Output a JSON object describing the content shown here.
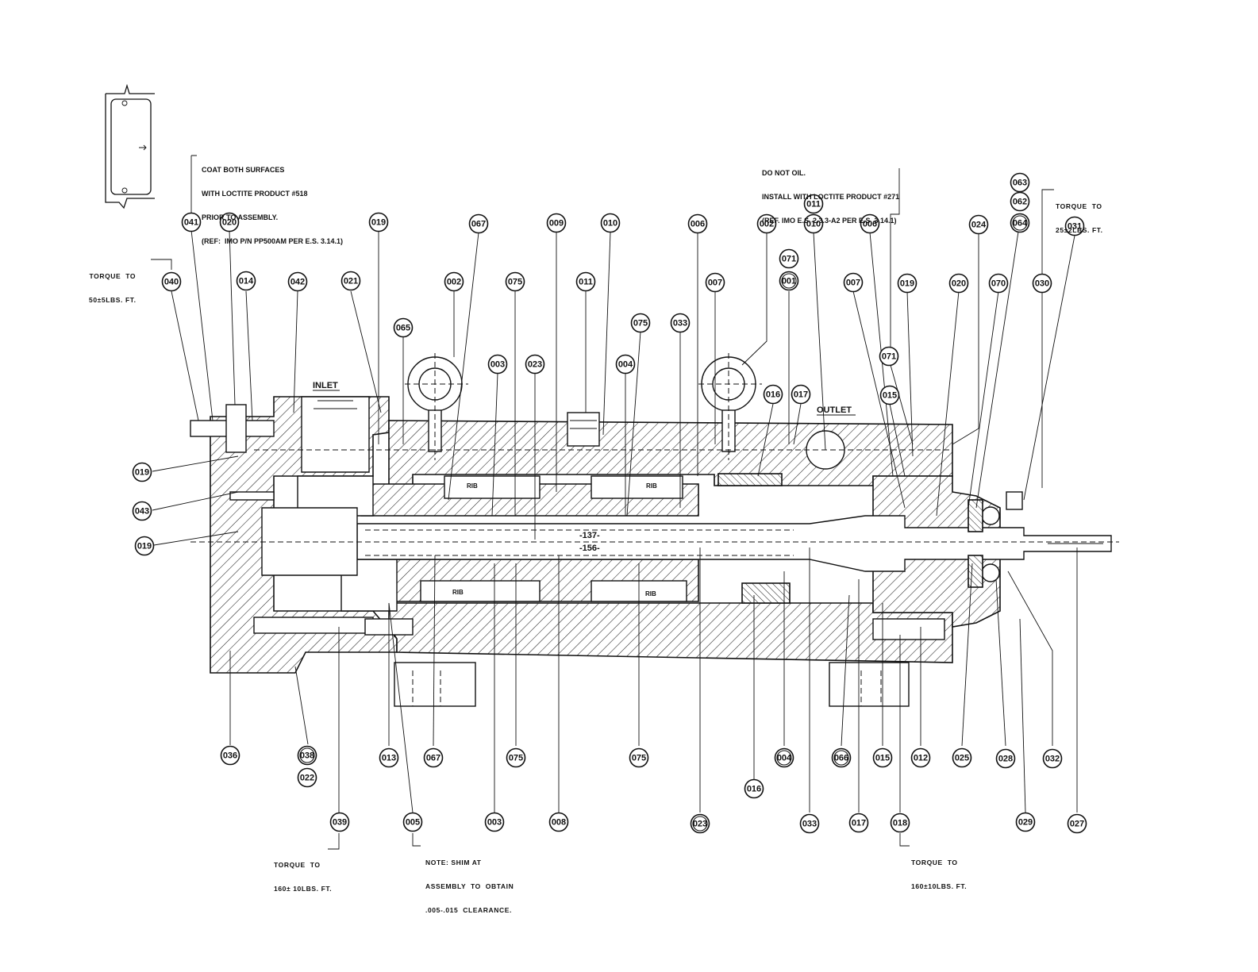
{
  "notes": {
    "coat": [
      "COAT BOTH SURFACES",
      "WITH LOCTITE PRODUCT #518",
      "PRIOR TO ASSEMBLY.",
      "(REF:  IMO P/N PP500AM PER E.S. 3.14.1)"
    ],
    "donot": [
      "DO NOT OIL.",
      "INSTALL WITH LOCTITE PRODUCT #271",
      "(REF. IMO E.S. 2.3.3-A2 PER E.S. 3.14.1)"
    ],
    "torque_040": [
      "TORQUE  TO",
      "50±5LBS. FT."
    ],
    "torque_030": [
      "TORQUE  TO",
      "25±2LBS. FT."
    ],
    "torque_039": [
      "TORQUE  TO",
      "160± 10LBS. FT."
    ],
    "torque_018": [
      "TORQUE  TO",
      "160±10LBS. FT."
    ],
    "shim": [
      "NOTE: SHIM AT",
      "ASSEMBLY  TO  OBTAIN",
      ".005-.015  CLEARANCE."
    ]
  },
  "section_labels": {
    "inlet": "INLET",
    "outlet": "OUTLET",
    "rib_1": "RIB",
    "rib_2": "RIB",
    "rib_3": "RIB",
    "rib_4": "RIB",
    "dim_137": "-137-",
    "dim_156": "-156-"
  },
  "balloons": [
    {
      "label": "041"
    },
    {
      "label": "020"
    },
    {
      "label": "019"
    },
    {
      "label": "067"
    },
    {
      "label": "009"
    },
    {
      "label": "010"
    },
    {
      "label": "006"
    },
    {
      "label": "002"
    },
    {
      "label": "011"
    },
    {
      "label": "010"
    },
    {
      "label": "006"
    },
    {
      "label": "024"
    },
    {
      "label": "063"
    },
    {
      "label": "062"
    },
    {
      "label": "064"
    },
    {
      "label": "031"
    },
    {
      "label": "040"
    },
    {
      "label": "014"
    },
    {
      "label": "042"
    },
    {
      "label": "021"
    },
    {
      "label": "002"
    },
    {
      "label": "075"
    },
    {
      "label": "011"
    },
    {
      "label": "007"
    },
    {
      "label": "071"
    },
    {
      "label": "001"
    },
    {
      "label": "007"
    },
    {
      "label": "019"
    },
    {
      "label": "020"
    },
    {
      "label": "070"
    },
    {
      "label": "030"
    },
    {
      "label": "065"
    },
    {
      "label": "075"
    },
    {
      "label": "033"
    },
    {
      "label": "071"
    },
    {
      "label": "003"
    },
    {
      "label": "023"
    },
    {
      "label": "004"
    },
    {
      "label": "016"
    },
    {
      "label": "017"
    },
    {
      "label": "015"
    },
    {
      "label": "019"
    },
    {
      "label": "043"
    },
    {
      "label": "019"
    },
    {
      "label": "036"
    },
    {
      "label": "038"
    },
    {
      "label": "022"
    },
    {
      "label": "013"
    },
    {
      "label": "067"
    },
    {
      "label": "075"
    },
    {
      "label": "075"
    },
    {
      "label": "004"
    },
    {
      "label": "066"
    },
    {
      "label": "015"
    },
    {
      "label": "012"
    },
    {
      "label": "025"
    },
    {
      "label": "028"
    },
    {
      "label": "032"
    },
    {
      "label": "016"
    },
    {
      "label": "039"
    },
    {
      "label": "005"
    },
    {
      "label": "003"
    },
    {
      "label": "008"
    },
    {
      "label": "023"
    },
    {
      "label": "033"
    },
    {
      "label": "017"
    },
    {
      "label": "018"
    },
    {
      "label": "029"
    },
    {
      "label": "027"
    }
  ]
}
